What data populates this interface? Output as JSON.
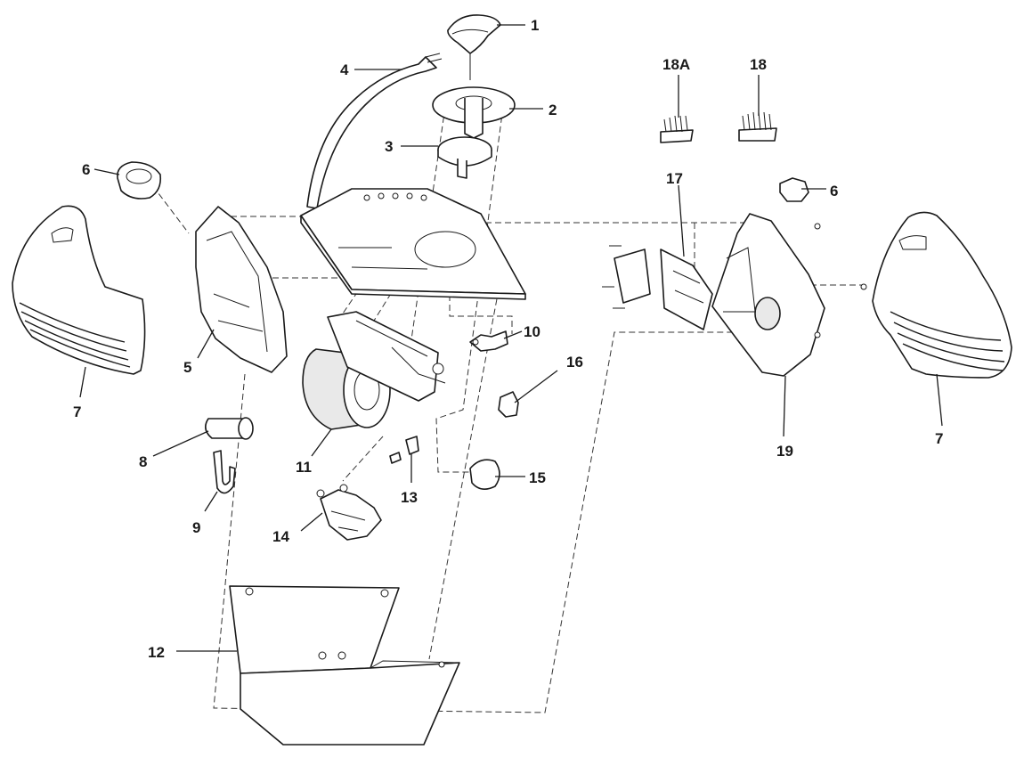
{
  "diagram": {
    "callouts": [
      {
        "id": "1",
        "text": "1"
      },
      {
        "id": "2",
        "text": "2"
      },
      {
        "id": "3",
        "text": "3"
      },
      {
        "id": "4",
        "text": "4"
      },
      {
        "id": "5",
        "text": "5"
      },
      {
        "id": "6l",
        "text": "6"
      },
      {
        "id": "6r",
        "text": "6"
      },
      {
        "id": "7l",
        "text": "7"
      },
      {
        "id": "7r",
        "text": "7"
      },
      {
        "id": "8",
        "text": "8"
      },
      {
        "id": "9",
        "text": "9"
      },
      {
        "id": "10",
        "text": "10"
      },
      {
        "id": "11",
        "text": "11"
      },
      {
        "id": "12",
        "text": "12"
      },
      {
        "id": "13",
        "text": "13"
      },
      {
        "id": "14",
        "text": "14"
      },
      {
        "id": "15",
        "text": "15"
      },
      {
        "id": "16",
        "text": "16"
      },
      {
        "id": "17",
        "text": "17"
      },
      {
        "id": "18a",
        "text": "18A"
      },
      {
        "id": "18",
        "text": "18"
      },
      {
        "id": "19",
        "text": "19"
      }
    ]
  }
}
